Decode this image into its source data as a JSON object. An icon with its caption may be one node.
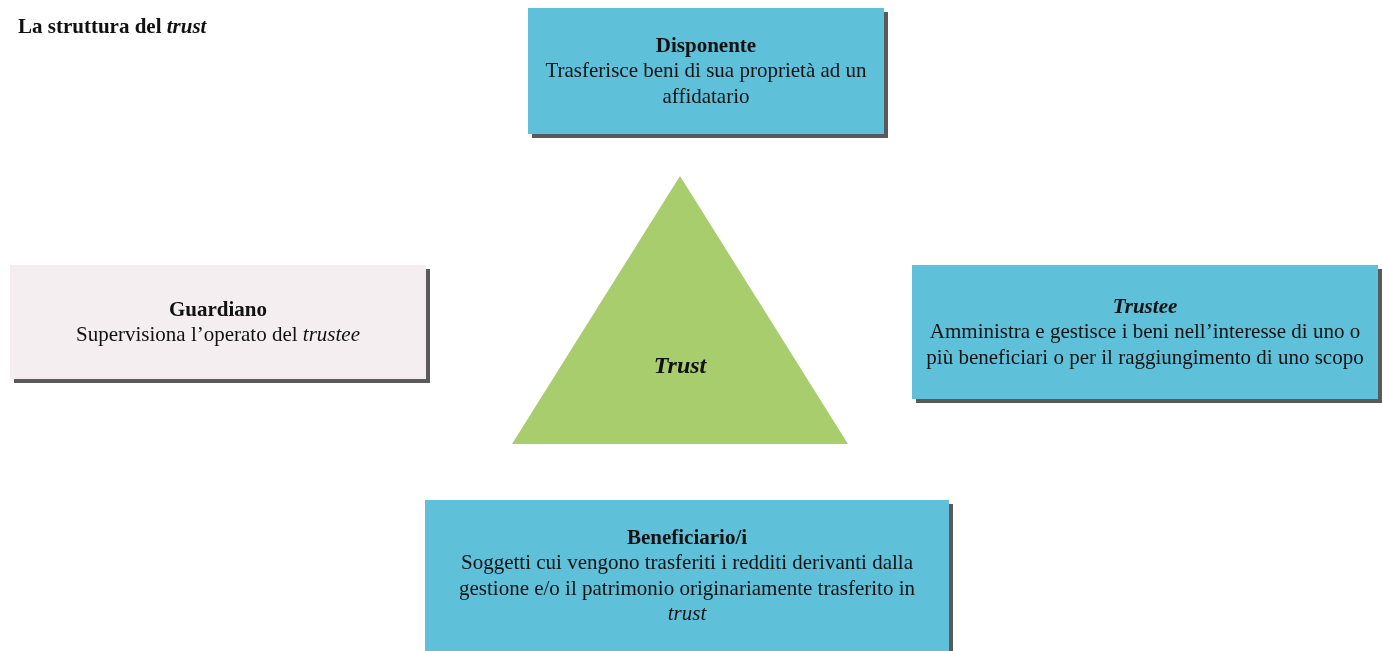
{
  "diagram": {
    "title": "La struttura del *trust*",
    "nodes": [
      {
        "text": [
          "Disponente",
          "Trasferisce beni di sua proprietà ad un affidatario"
        ]
      },
      {
        "text": [
          "Guardiano",
          "Supervisiona l’operato del *trustee*"
        ]
      },
      {
        "text": [
          "Trust"
        ]
      },
      {
        "text": [
          "Trustee",
          "Amministra e gestisce i beni nell’interesse di uno o più beneficiari o per il raggiungimento di uno scopo"
        ]
      },
      {
        "text": [
          "Beneficiario/i",
          "Soggetti cui vengono trasferiti i redditi derivanti dalla gestione e/o il patrimonio originariamente trasferito in *trust*"
        ]
      }
    ]
  }
}
